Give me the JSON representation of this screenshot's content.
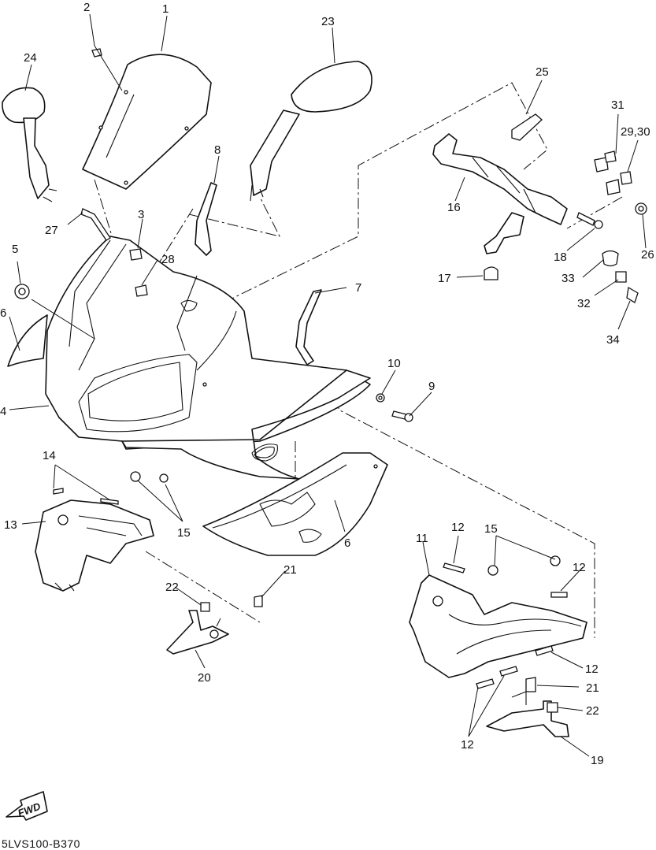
{
  "diagram_code": "5LVS100-B370",
  "fwd_label": "FWD",
  "callouts": [
    {
      "id": "c1",
      "label": "1"
    },
    {
      "id": "c2",
      "label": "2"
    },
    {
      "id": "c3",
      "label": "3"
    },
    {
      "id": "c4",
      "label": "4"
    },
    {
      "id": "c5",
      "label": "5"
    },
    {
      "id": "c6a",
      "label": "6"
    },
    {
      "id": "c6b",
      "label": "6"
    },
    {
      "id": "c7",
      "label": "7"
    },
    {
      "id": "c8",
      "label": "8"
    },
    {
      "id": "c9",
      "label": "9"
    },
    {
      "id": "c10",
      "label": "10"
    },
    {
      "id": "c11",
      "label": "11"
    },
    {
      "id": "c12a",
      "label": "12"
    },
    {
      "id": "c12b",
      "label": "12"
    },
    {
      "id": "c12c",
      "label": "12"
    },
    {
      "id": "c12d",
      "label": "12"
    },
    {
      "id": "c13",
      "label": "13"
    },
    {
      "id": "c14",
      "label": "14"
    },
    {
      "id": "c15a",
      "label": "15"
    },
    {
      "id": "c15b",
      "label": "15"
    },
    {
      "id": "c16",
      "label": "16"
    },
    {
      "id": "c17",
      "label": "17"
    },
    {
      "id": "c18",
      "label": "18"
    },
    {
      "id": "c19",
      "label": "19"
    },
    {
      "id": "c20",
      "label": "20"
    },
    {
      "id": "c21a",
      "label": "21"
    },
    {
      "id": "c21b",
      "label": "21"
    },
    {
      "id": "c22a",
      "label": "22"
    },
    {
      "id": "c22b",
      "label": "22"
    },
    {
      "id": "c23",
      "label": "23"
    },
    {
      "id": "c24",
      "label": "24"
    },
    {
      "id": "c25",
      "label": "25"
    },
    {
      "id": "c26",
      "label": "26"
    },
    {
      "id": "c27",
      "label": "27"
    },
    {
      "id": "c28",
      "label": "28"
    },
    {
      "id": "c2930",
      "label": "29,30"
    },
    {
      "id": "c31",
      "label": "31"
    },
    {
      "id": "c32",
      "label": "32"
    },
    {
      "id": "c33",
      "label": "33"
    },
    {
      "id": "c34",
      "label": "34"
    }
  ]
}
